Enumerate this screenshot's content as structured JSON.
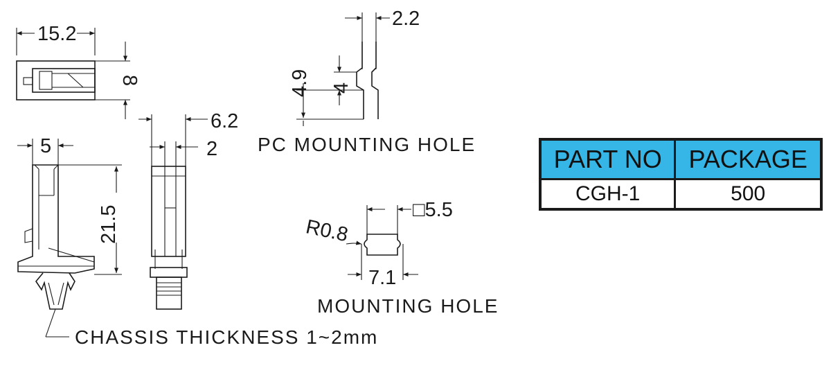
{
  "dimensions": {
    "top_width": "15.2",
    "top_height": "8",
    "side_width": "5",
    "height": "21.5",
    "front_width": "6.2",
    "front_inner": "2",
    "pc_width": "2.2",
    "pc_height_outer": "4.9",
    "pc_height_inner": "4",
    "hole_square": "□5.5",
    "hole_radius": "R0.8",
    "hole_width": "7.1"
  },
  "labels": {
    "pc_mounting_hole": "PC MOUNTING HOLE",
    "mounting_hole": "MOUNTING HOLE",
    "chassis_thickness": "CHASSIS THICKNESS 1~2mm"
  },
  "table": {
    "headers": [
      "PART NO",
      "PACKAGE"
    ],
    "rows": [
      [
        "CGH-1",
        "500"
      ]
    ],
    "header_color": "#35b6e6"
  }
}
